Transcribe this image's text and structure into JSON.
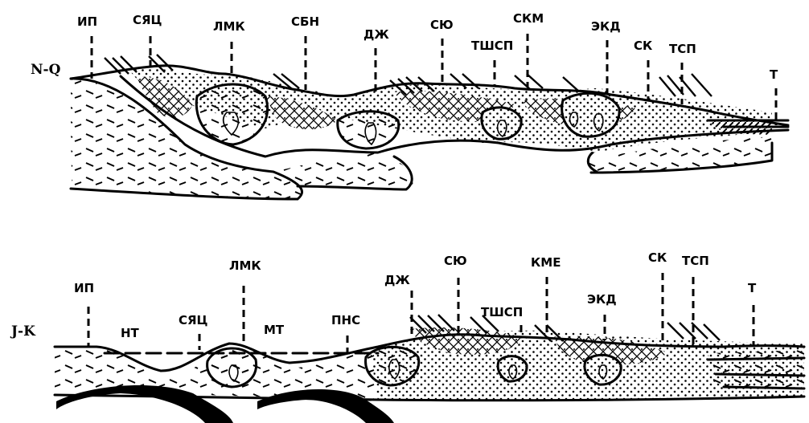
{
  "top_section": {
    "age_label": "N-Q",
    "zones": [
      "ИП",
      "СЯЦ",
      "ЛМК",
      "СБН",
      "ДЖ",
      "СЮ",
      "ТШСП",
      "СКМ",
      "ЭКД",
      "СК",
      "ТСП",
      "Т"
    ]
  },
  "bottom_section": {
    "age_label": "J-K",
    "zones": [
      "ИП",
      "НТ",
      "СЯЦ",
      "ЛМК",
      "МТ",
      "ПНС",
      "ДЖ",
      "СЮ",
      "ТШСП",
      "КМЕ",
      "ЭКД",
      "СК",
      "ТСП",
      "Т"
    ]
  }
}
